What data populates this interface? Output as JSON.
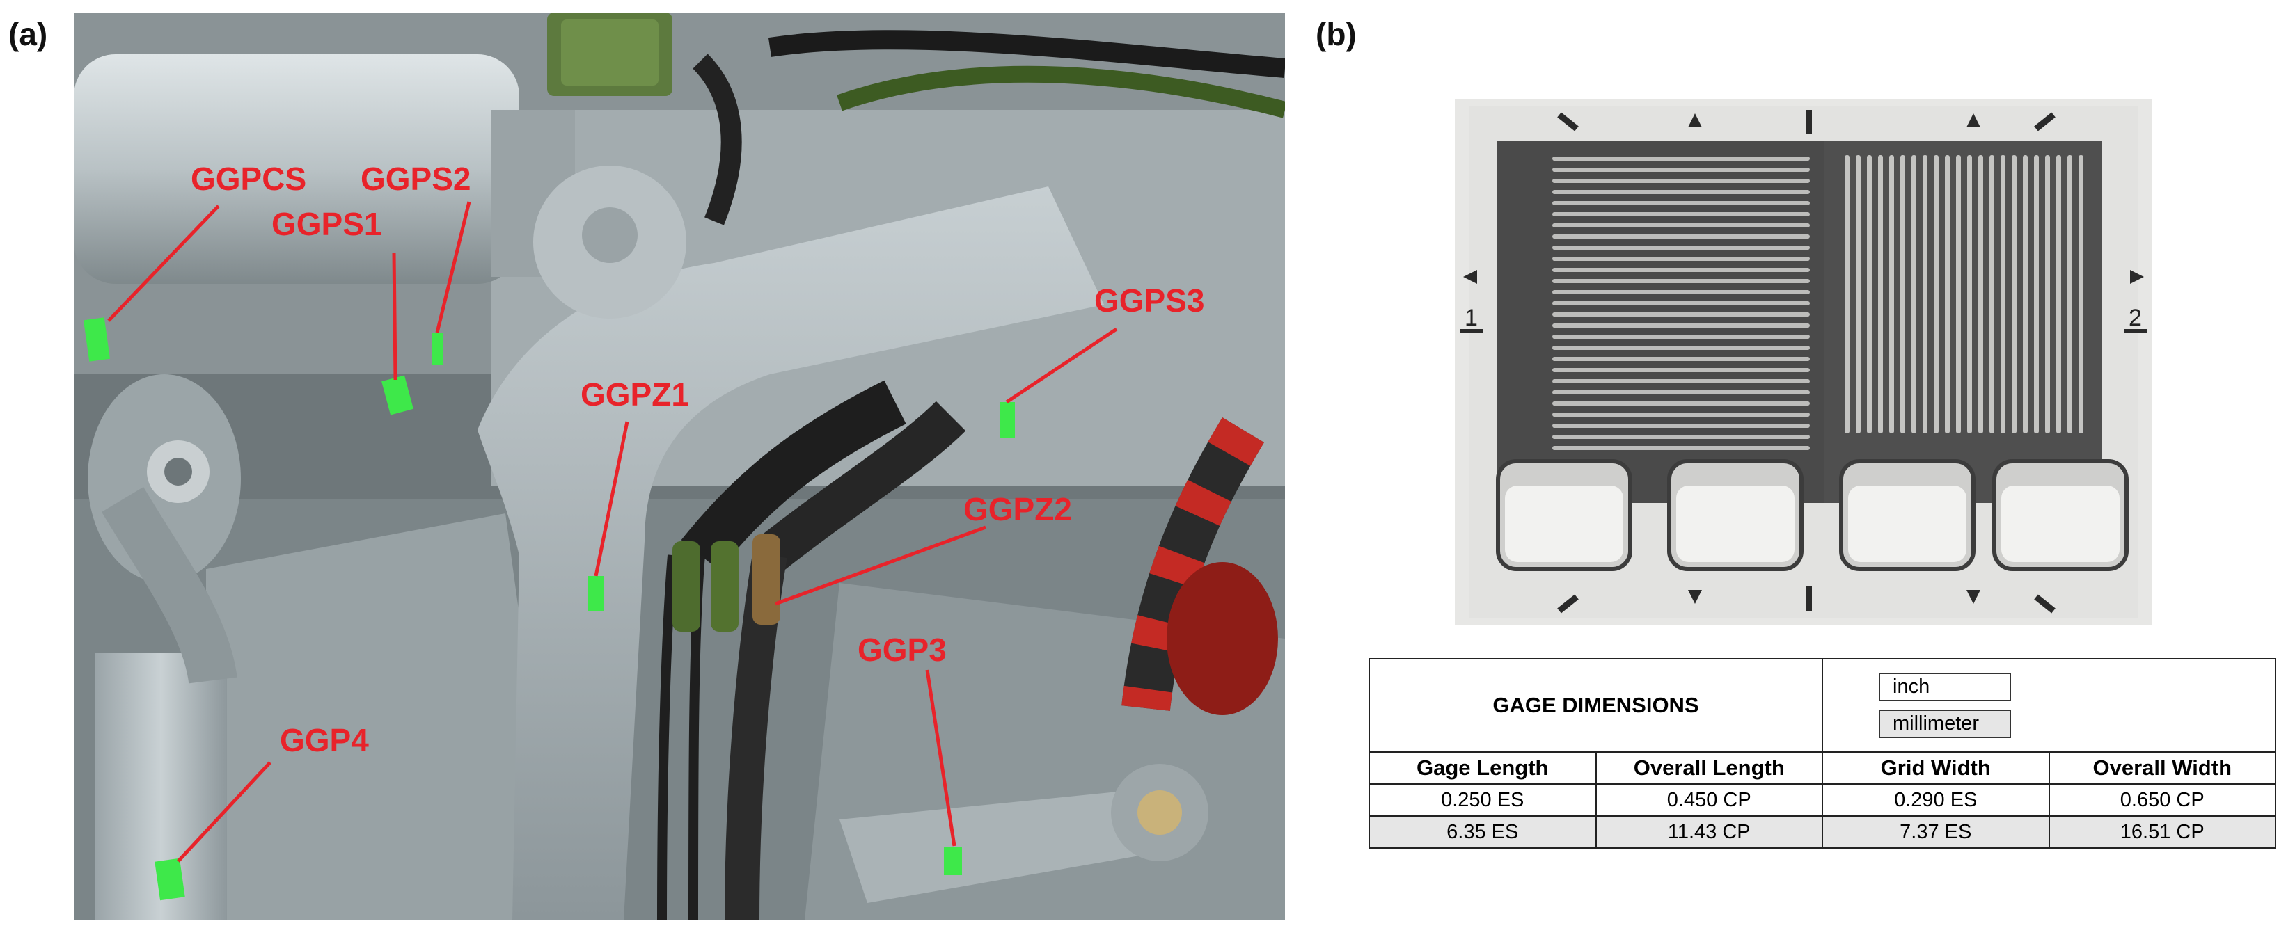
{
  "panels": {
    "a": "(a)",
    "b": "(b)"
  },
  "photo_labels": [
    {
      "id": "ggpcs",
      "text": "GGPCS"
    },
    {
      "id": "ggps2",
      "text": "GGPS2"
    },
    {
      "id": "ggps1",
      "text": "GGPS1"
    },
    {
      "id": "ggps3",
      "text": "GGPS3"
    },
    {
      "id": "ggpz1",
      "text": "GGPZ1"
    },
    {
      "id": "ggpz2",
      "text": "GGPZ2"
    },
    {
      "id": "ggp3",
      "text": "GGP3"
    },
    {
      "id": "ggp4",
      "text": "GGP4"
    }
  ],
  "gage_image": {
    "side_left": "1",
    "side_right": "2"
  },
  "table": {
    "title": "GAGE DIMENSIONS",
    "unit_inch": "inch",
    "unit_mm": "millimeter",
    "headers": [
      "Gage Length",
      "Overall Length",
      "Grid Width",
      "Overall Width"
    ],
    "rows": [
      [
        "0.250 ES",
        "0.450 CP",
        "0.290 ES",
        "0.650 CP"
      ],
      [
        "6.35 ES",
        "11.43 CP",
        "7.37 ES",
        "16.51 CP"
      ]
    ]
  },
  "colors": {
    "label_red": "#e8232a",
    "marker_green": "#3ee84a",
    "metal_grey": "#a9b2b6"
  }
}
